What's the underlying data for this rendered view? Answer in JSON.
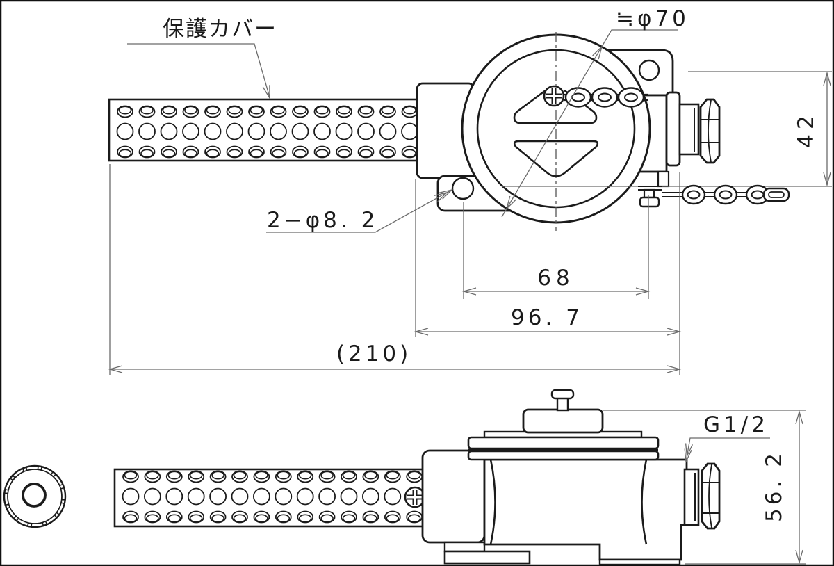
{
  "drawing": {
    "labels": {
      "protective_cover": "保護カバー",
      "approx_diameter": "≒φ70",
      "mounting_holes": "2−φ8. 2",
      "thread_size": "G1/2"
    },
    "dimensions": {
      "hole_spacing_horizontal": "68",
      "body_length": "96. 7",
      "overall_length": "(210)",
      "hole_spacing_vertical": "42",
      "body_height": "56. 2"
    },
    "colors": {
      "line": "#1b1b1b",
      "dimension_line": "#6b6b6b",
      "background": "#ffffff"
    }
  }
}
